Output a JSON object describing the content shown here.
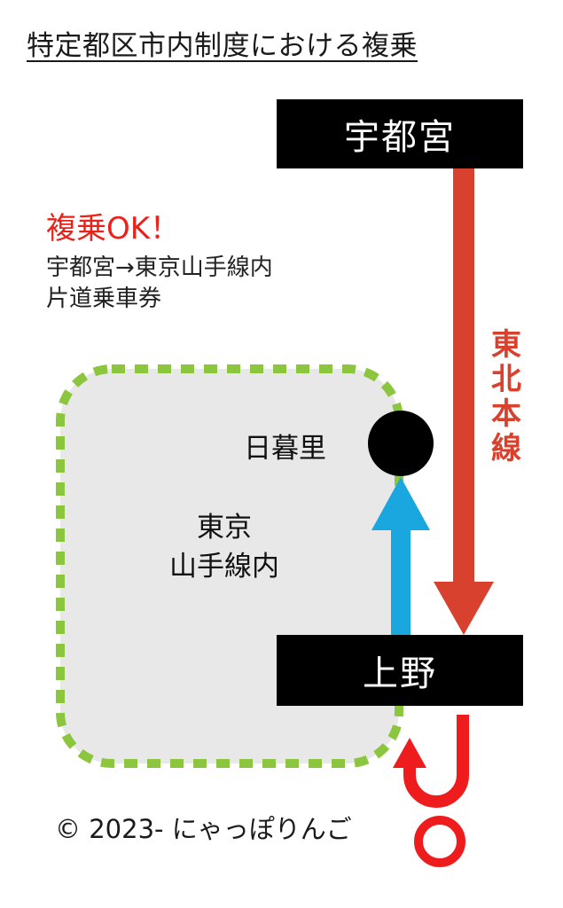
{
  "title": "特定都区市内制度における複乗",
  "verdict": "複乗OK！",
  "ticket_line1": "宇都宮→東京山手線内",
  "ticket_line2": "片道乗車券",
  "stations": {
    "utsunomiya": "宇都宮",
    "ueno": "上野",
    "nippori": "日暮里"
  },
  "line_name": "東北本線",
  "area_label_line1": "東京",
  "area_label_line2": "山手線内",
  "copyright": "© 2023- にゃっぽりんご",
  "colors": {
    "tohoku_line": "#d9412f",
    "transfer_arrow": "#1aa7e0",
    "area_border": "#8cc63f",
    "area_fill": "#e8e8e8",
    "u_turn": "#ee1c1c",
    "verdict": "#e8231b"
  }
}
